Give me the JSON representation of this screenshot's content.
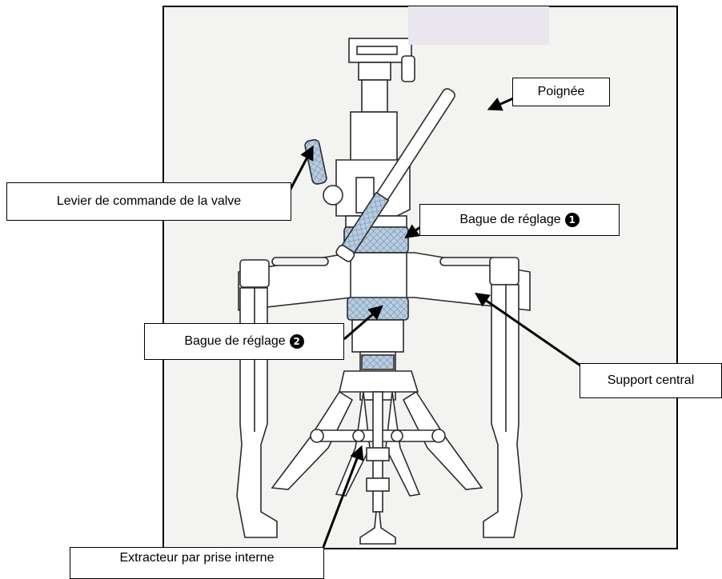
{
  "figure": {
    "frame_color": "#000000",
    "panel_color": "#f2f2f0",
    "line_color": "#2b2b2b",
    "knurl_color": "#9db8d4",
    "redaction_color": "#e9e6ee"
  },
  "labels": {
    "poignee": "Poignée",
    "levier": "Levier de commande de la valve",
    "bague1": "Bague de réglage",
    "bague1_num": "1",
    "bague2": "Bague de réglage",
    "bague2_num": "2",
    "support": "Support central",
    "extracteur": "Extracteur par prise interne"
  }
}
